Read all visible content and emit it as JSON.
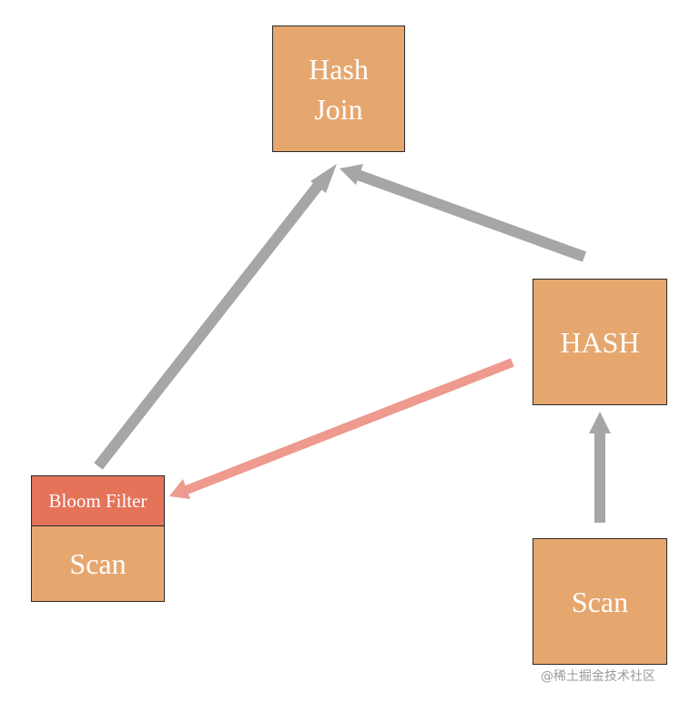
{
  "nodes": {
    "hash_join": {
      "line1": "Hash",
      "line2": "Join"
    },
    "hash": {
      "label": "HASH"
    },
    "scan_right": {
      "label": "Scan"
    },
    "scan_left": {
      "filter_label": "Bloom Filter",
      "label": "Scan"
    }
  },
  "colors": {
    "node_fill": "#E6A76E",
    "bloom_fill": "#E4735A",
    "edge_gray": "#A4A6A8",
    "edge_bloom": "#EE9A8E"
  },
  "watermark": "@稀土掘金技术社区"
}
